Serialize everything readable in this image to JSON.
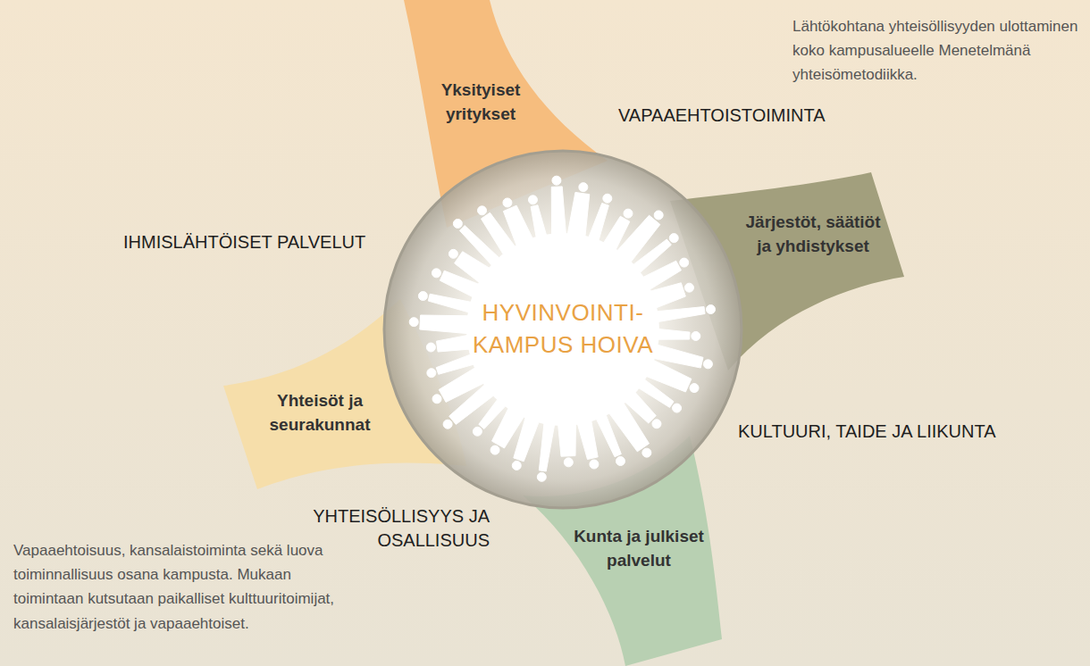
{
  "diagram": {
    "nodes": [
      {
        "text": [
          "Yksityiset yritykset"
        ]
      },
      {
        "text": [
          "Järjestöt, säätiöt ja yhdistykset"
        ]
      },
      {
        "text": [
          "HYVINVOINTI- KAMPUS HOIVA"
        ]
      },
      {
        "text": [
          "Yhteisöt ja seurakunnat"
        ]
      },
      {
        "text": [
          "Kunta ja julkiset palvelut"
        ]
      }
    ],
    "labels": [
      "Lähtökohtana yhteisöllisyyden ulottaminen koko kampusalueelle Menetelmänä yhteisömetodiikka.",
      "VAPAAEHTOISTOIMINTA",
      "IHMISLÄHTÖISET PALVELUT",
      "KULTUURI, TAIDE JA LIIKUNTA",
      "YHTEISÖLLISYYS JA OSALLISUUS",
      "Vapaaehtoisuus, kansalaistoiminta sekä luova toiminnallisuus osana kampusta. Mukaan toimintaan kutsutaan paikalliset kulttuuritoimijat, kansalaisjärjestöt ja vapaaehtoiset."
    ]
  }
}
